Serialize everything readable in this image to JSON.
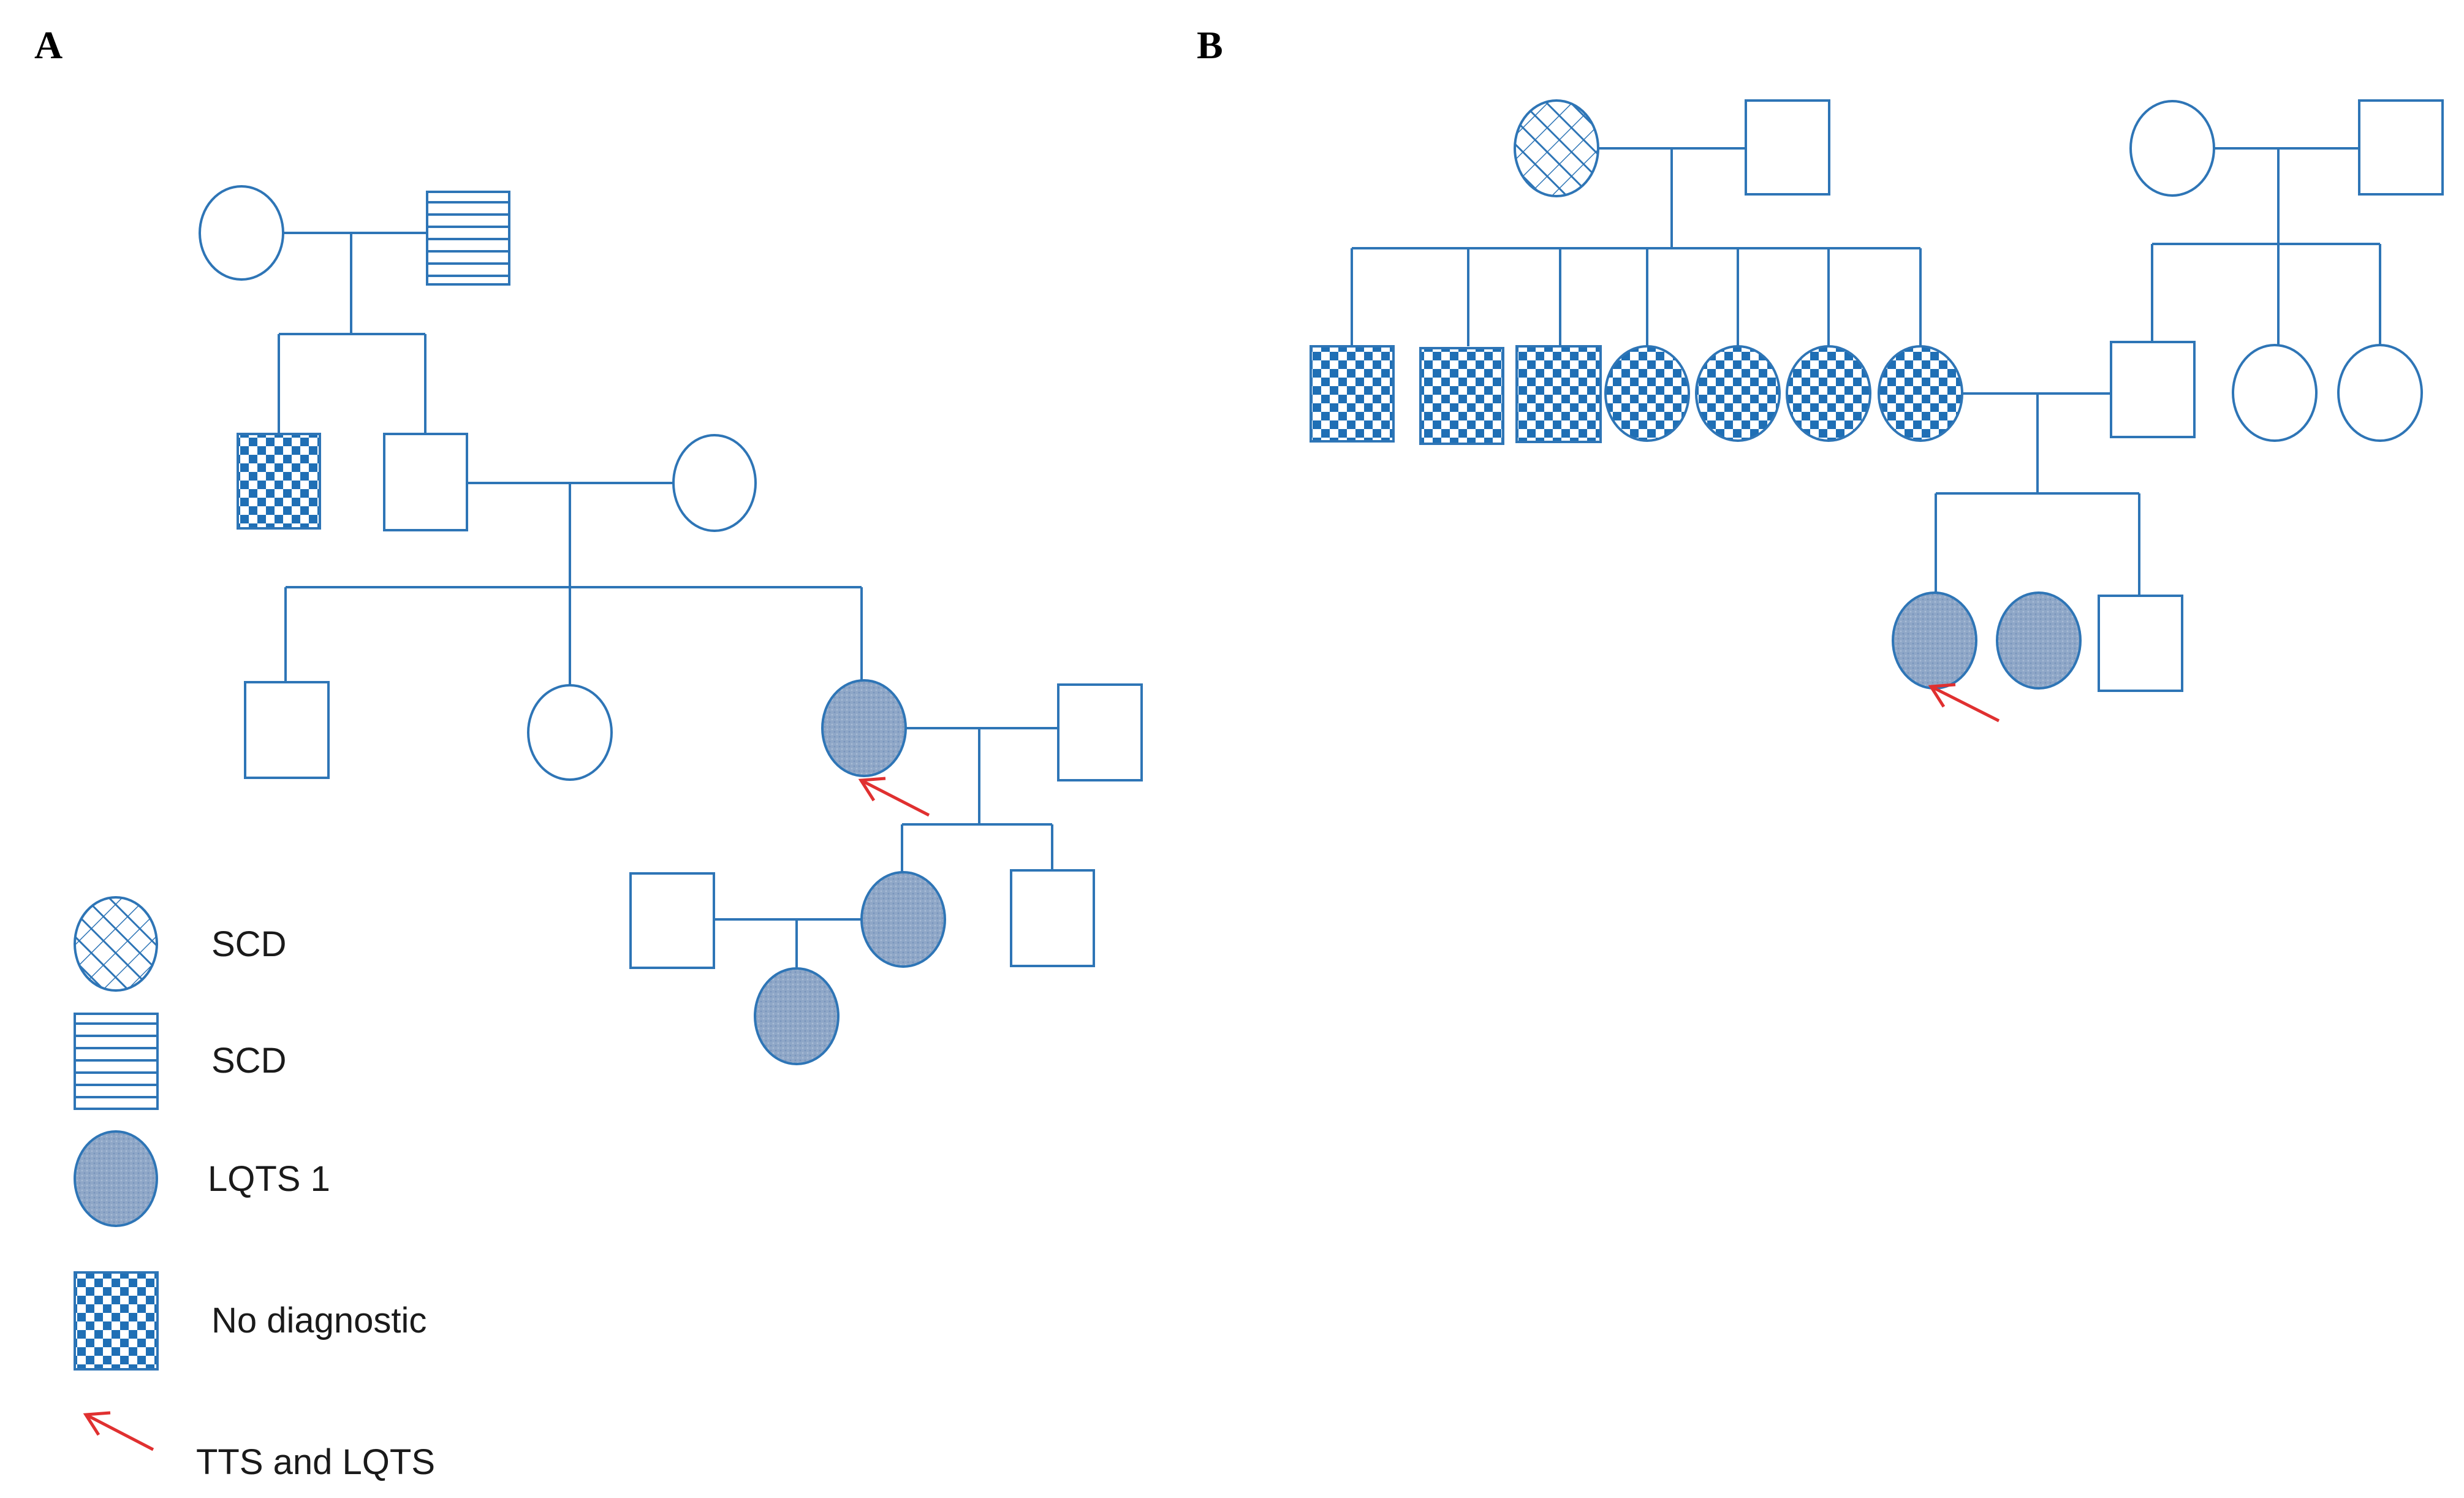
{
  "figure": {
    "panel_labels": [
      "A",
      "B"
    ],
    "colors": {
      "line": "#2e75b6",
      "lqts_fill": "#8fa7c7",
      "checker": "#1f6fb5",
      "proband_arrow": "#e03030",
      "background": "#ffffff"
    }
  },
  "legend": {
    "items": [
      {
        "symbol": "circle",
        "pattern": "diagonal-cross-hatch",
        "label": "SCD"
      },
      {
        "symbol": "square",
        "pattern": "horizontal-stripes",
        "label": "SCD"
      },
      {
        "symbol": "circle",
        "pattern": "dotted-gray",
        "label": "LQTS 1"
      },
      {
        "symbol": "square",
        "pattern": "checkerboard",
        "label": "No diagnostic"
      },
      {
        "symbol": "arrow",
        "pattern": "none",
        "label": "TTS and LQTS"
      }
    ]
  },
  "pedigree_a": {
    "members": [
      {
        "id": "a-gen1-mother",
        "sex": "female",
        "status": "unaffected"
      },
      {
        "id": "a-gen1-father",
        "sex": "male",
        "status": "SCD"
      },
      {
        "id": "a-gen2-son-1",
        "sex": "male",
        "status": "No diagnostic"
      },
      {
        "id": "a-gen2-son-2",
        "sex": "male",
        "status": "unaffected"
      },
      {
        "id": "a-gen2-spouse",
        "sex": "female",
        "status": "unaffected"
      },
      {
        "id": "a-gen3-son",
        "sex": "male",
        "status": "unaffected"
      },
      {
        "id": "a-gen3-daughter",
        "sex": "female",
        "status": "unaffected"
      },
      {
        "id": "a-gen3-proband",
        "sex": "female",
        "status": "LQTS 1",
        "proband": true
      },
      {
        "id": "a-gen3-proband-spouse",
        "sex": "male",
        "status": "unaffected"
      },
      {
        "id": "a-gen4-daughter",
        "sex": "female",
        "status": "LQTS 1"
      },
      {
        "id": "a-gen4-son",
        "sex": "male",
        "status": "unaffected"
      },
      {
        "id": "a-gen4-daughter-spouse",
        "sex": "male",
        "status": "unaffected"
      },
      {
        "id": "a-gen5-granddaughter",
        "sex": "female",
        "status": "LQTS 1"
      }
    ]
  },
  "pedigree_b": {
    "members": [
      {
        "id": "b-gen1-mother",
        "sex": "female",
        "status": "SCD"
      },
      {
        "id": "b-gen1-father",
        "sex": "male",
        "status": "unaffected"
      },
      {
        "id": "b-gen1-spouse-mother",
        "sex": "female",
        "status": "unaffected"
      },
      {
        "id": "b-gen1-spouse-father",
        "sex": "male",
        "status": "unaffected"
      },
      {
        "id": "b-gen2-son-1",
        "sex": "male",
        "status": "No diagnostic"
      },
      {
        "id": "b-gen2-son-2",
        "sex": "male",
        "status": "No diagnostic"
      },
      {
        "id": "b-gen2-son-3",
        "sex": "male",
        "status": "No diagnostic"
      },
      {
        "id": "b-gen2-daughter-1",
        "sex": "female",
        "status": "No diagnostic"
      },
      {
        "id": "b-gen2-daughter-2",
        "sex": "female",
        "status": "No diagnostic"
      },
      {
        "id": "b-gen2-daughter-3",
        "sex": "female",
        "status": "No diagnostic"
      },
      {
        "id": "b-gen2-daughter-4",
        "sex": "female",
        "status": "No diagnostic"
      },
      {
        "id": "b-gen2-spouse",
        "sex": "male",
        "status": "unaffected"
      },
      {
        "id": "b-gen2-sister-1",
        "sex": "female",
        "status": "unaffected"
      },
      {
        "id": "b-gen2-sister-2",
        "sex": "female",
        "status": "unaffected"
      },
      {
        "id": "b-gen3-proband",
        "sex": "female",
        "status": "LQTS 1",
        "proband": true
      },
      {
        "id": "b-gen3-daughter",
        "sex": "female",
        "status": "LQTS 1"
      },
      {
        "id": "b-gen3-son",
        "sex": "male",
        "status": "unaffected"
      }
    ]
  }
}
